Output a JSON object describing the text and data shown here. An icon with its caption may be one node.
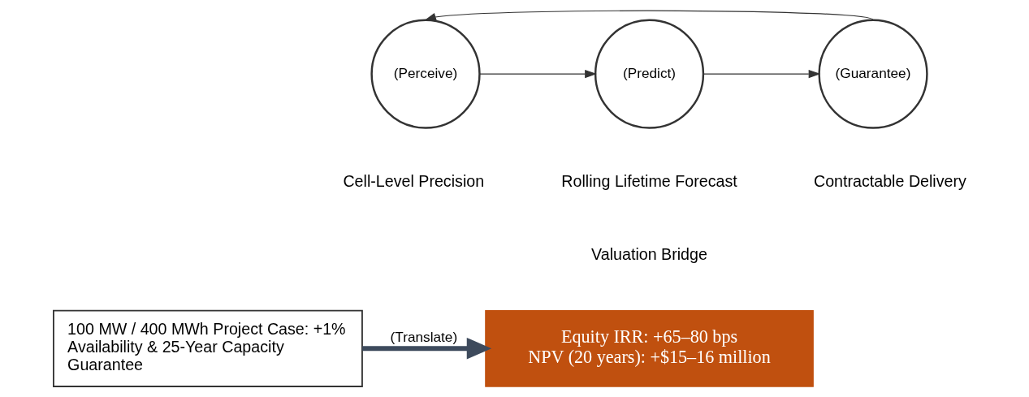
{
  "diagram": {
    "nodes": [
      {
        "text": [
          "(Perceive)"
        ],
        "beside": [
          "Cell-Level Precision"
        ]
      },
      {
        "text": [
          "(Predict)"
        ],
        "beside": [
          "Rolling Lifetime Forecast"
        ]
      },
      {
        "text": [
          "(Guarantee)"
        ],
        "beside": [
          "Contractable Delivery"
        ]
      },
      {
        "text": [
          "100 MW / 400 MWh Project Case: +1% Availability & 25-Year Capacity Guarantee"
        ]
      },
      {
        "text": [
          "Equity IRR: +65–80 bps",
          "NPV (20 years): +$15–16 million"
        ]
      }
    ],
    "edges": [
      {
        "from": 0,
        "to": 1,
        "arrow": "to"
      },
      {
        "from": 1,
        "to": 2,
        "arrow": "to"
      },
      {
        "from": 2,
        "to": 0,
        "arrow": "to"
      },
      {
        "from": 3,
        "to": 4,
        "arrow": "to",
        "label": "(Translate)",
        "style": "thick",
        "color": "#3d4a5c"
      }
    ],
    "labels": [
      "Valuation Bridge"
    ]
  }
}
